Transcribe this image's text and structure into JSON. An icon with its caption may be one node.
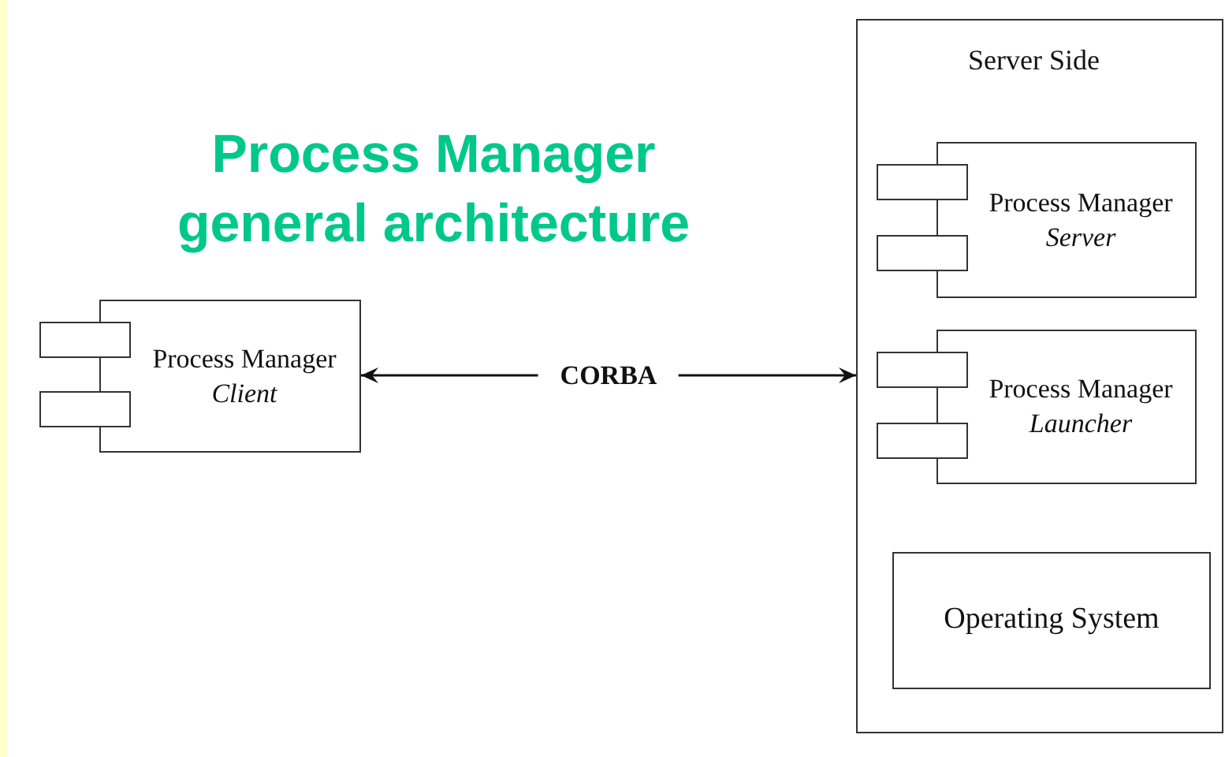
{
  "diagram": {
    "title": "Process Manager general architecture",
    "nodes": [
      {
        "text": [
          "Process Manager",
          "Client"
        ]
      },
      {
        "text": [
          "Server Side"
        ]
      },
      {
        "text": [
          "Process Manager",
          "Server"
        ],
        "in": 1
      },
      {
        "text": [
          "Process Manager",
          "Launcher"
        ],
        "in": 1
      },
      {
        "text": [
          "Operating System"
        ],
        "in": 1
      }
    ],
    "edges": [
      {
        "from": 0,
        "to": 1,
        "arrow": "both",
        "label": "CORBA"
      }
    ]
  }
}
